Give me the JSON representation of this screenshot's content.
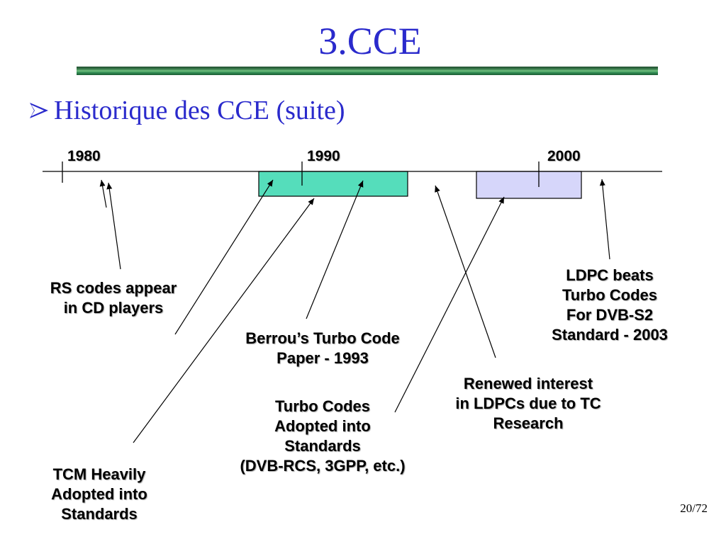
{
  "slide": {
    "title": "3.CCE",
    "bullet": "Historique des CCE (suite)",
    "page_number": "20/72"
  },
  "timeline": {
    "years": [
      "1980",
      "1990",
      "2000"
    ]
  },
  "events": {
    "rs_codes": "RS codes appear\nin CD players",
    "tcm": "TCM Heavily\nAdopted into\nStandards",
    "berrou": "Berrou’s Turbo Code\nPaper - 1993",
    "turbo_std": "Turbo Codes\nAdopted into\nStandards\n(DVB-RCS, 3GPP, etc.)",
    "ldpc_renewed": "Renewed interest\nin LDPCs due to TC\nResearch",
    "ldpc_beats": "LDPC beats\nTurbo Codes\nFor DVB-S2\nStandard - 2003"
  },
  "colors": {
    "title": "#2a2acc",
    "turbo_box": "#55ddbb",
    "ldpc_box": "#d6d6fa"
  }
}
